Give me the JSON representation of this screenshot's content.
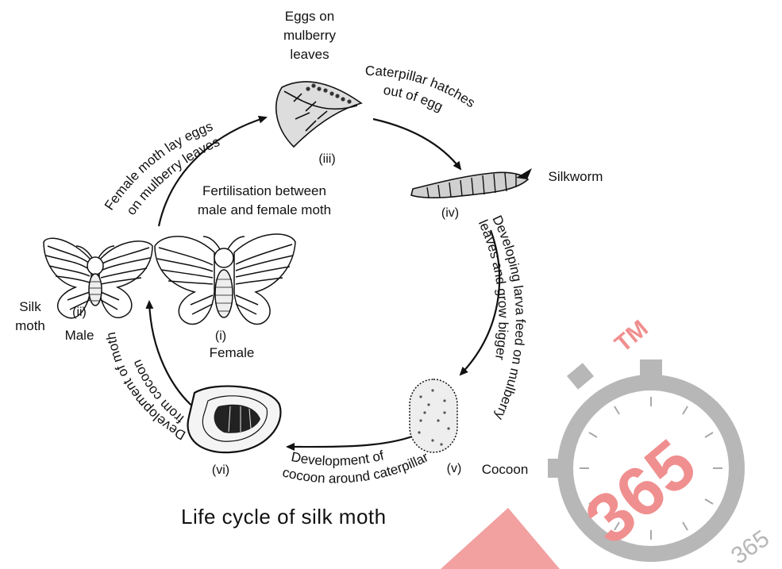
{
  "diagram": {
    "title": "Life cycle of silk moth",
    "stages": {
      "eggs": {
        "number": "(iii)",
        "label_lines": [
          "Eggs on",
          "mulberry",
          "leaves"
        ]
      },
      "silkworm": {
        "number": "(iv)",
        "label": "Silkworm"
      },
      "cocoon": {
        "number": "(v)",
        "label": "Cocoon"
      },
      "pupa": {
        "number": "(vi)"
      },
      "female": {
        "number": "(i)",
        "label": "Female"
      },
      "male": {
        "number": "(ii)",
        "label": "Male"
      },
      "silk_moth_lines": [
        "Silk",
        "moth"
      ]
    },
    "transitions": {
      "lay_eggs": [
        "Female moth lay eggs",
        "on mulberry leaves"
      ],
      "hatch": [
        "Caterpillar hatches",
        "out of egg"
      ],
      "feed": [
        "Developing larva feed on mulberry",
        "leaves and grow bigger"
      ],
      "cocoon_dev": [
        "Development of",
        "cocoon around caterpillar"
      ],
      "moth_dev": [
        "Development of moth",
        "from cocoon"
      ],
      "fertilisation": [
        "Fertilisation between",
        "male and female moth"
      ]
    },
    "colors": {
      "ink": "#111111",
      "watermark_red": "#f08f8f",
      "watermark_grey": "#b7b7b7"
    }
  },
  "watermark": {
    "tm": "TM",
    "number": "365",
    "number_small": "365"
  }
}
